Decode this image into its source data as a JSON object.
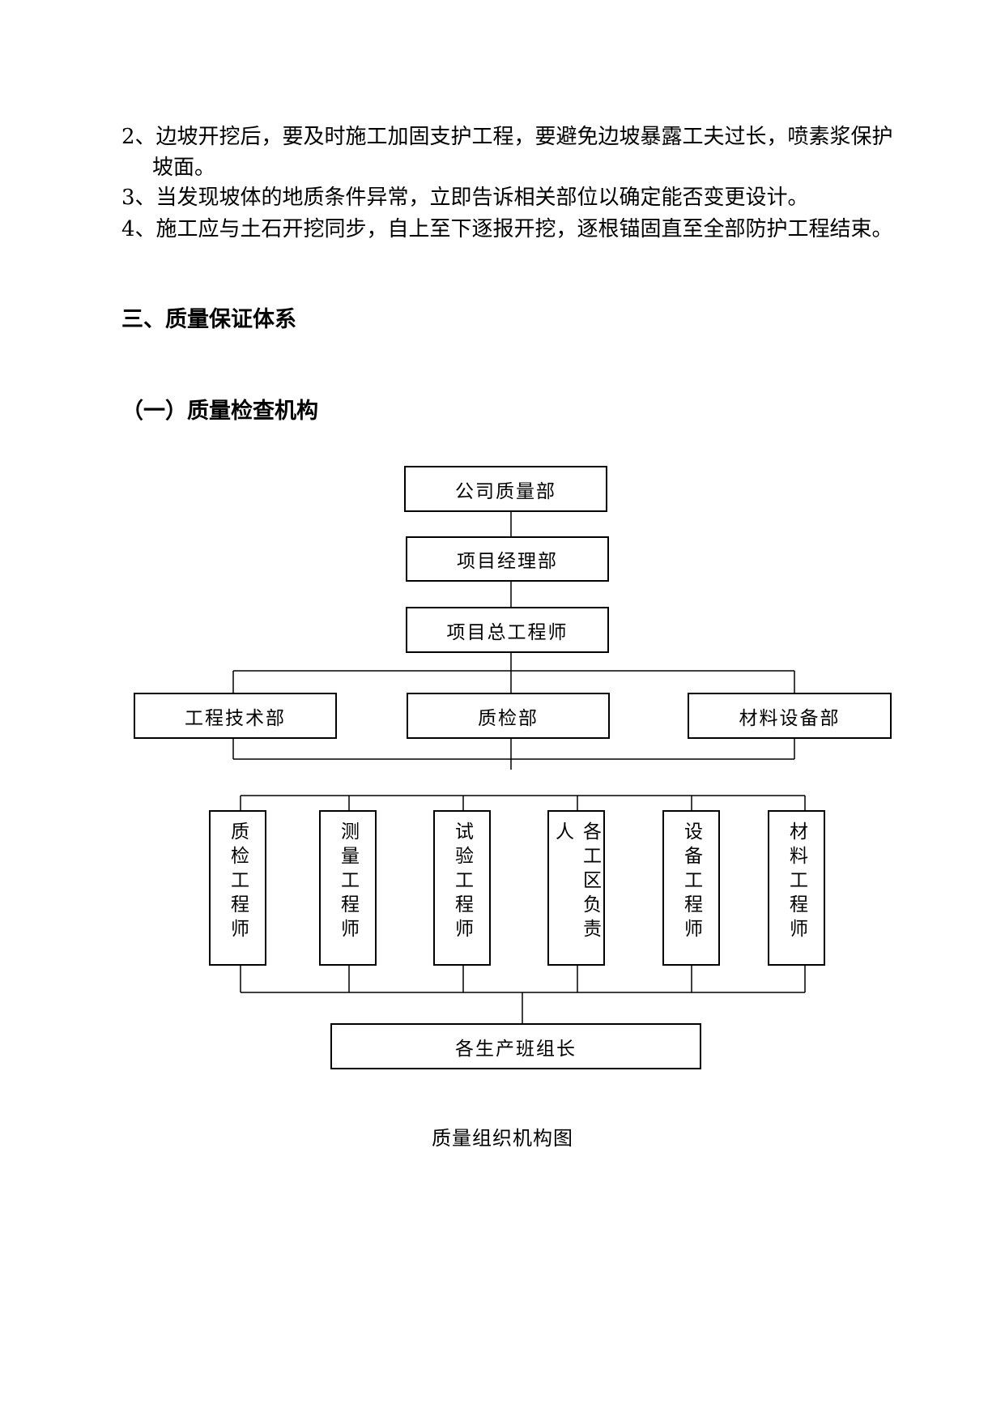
{
  "paragraphs": [
    {
      "line1": "2、边坡开挖后，要及时施工加固支护工程，要避免边坡暴露工夫过长，喷素浆保护",
      "line2": "坡面。"
    },
    {
      "line1": "3、当发现坡体的地质条件异常，立即告诉相关部位以确定能否变更设计。"
    },
    {
      "line1": "4、施工应与土石开挖同步，自上至下逐报开挖，逐根锚固直至全部防护工程结束。"
    }
  ],
  "section_title": "三、质量保证体系",
  "subsection_title": "（一）质量检查机构",
  "org_chart": {
    "level1": "公司质量部",
    "level2": "项目经理部",
    "level3": "项目总工程师",
    "departments": [
      "工程技术部",
      "质检部",
      "材料设备部"
    ],
    "roles": [
      "质检工程师",
      "测量工程师",
      "试验工程师",
      "各工区负责人",
      "设备工程师",
      "材料工程师"
    ],
    "bottom": "各生产班组长"
  },
  "caption": "质量组织机构图"
}
